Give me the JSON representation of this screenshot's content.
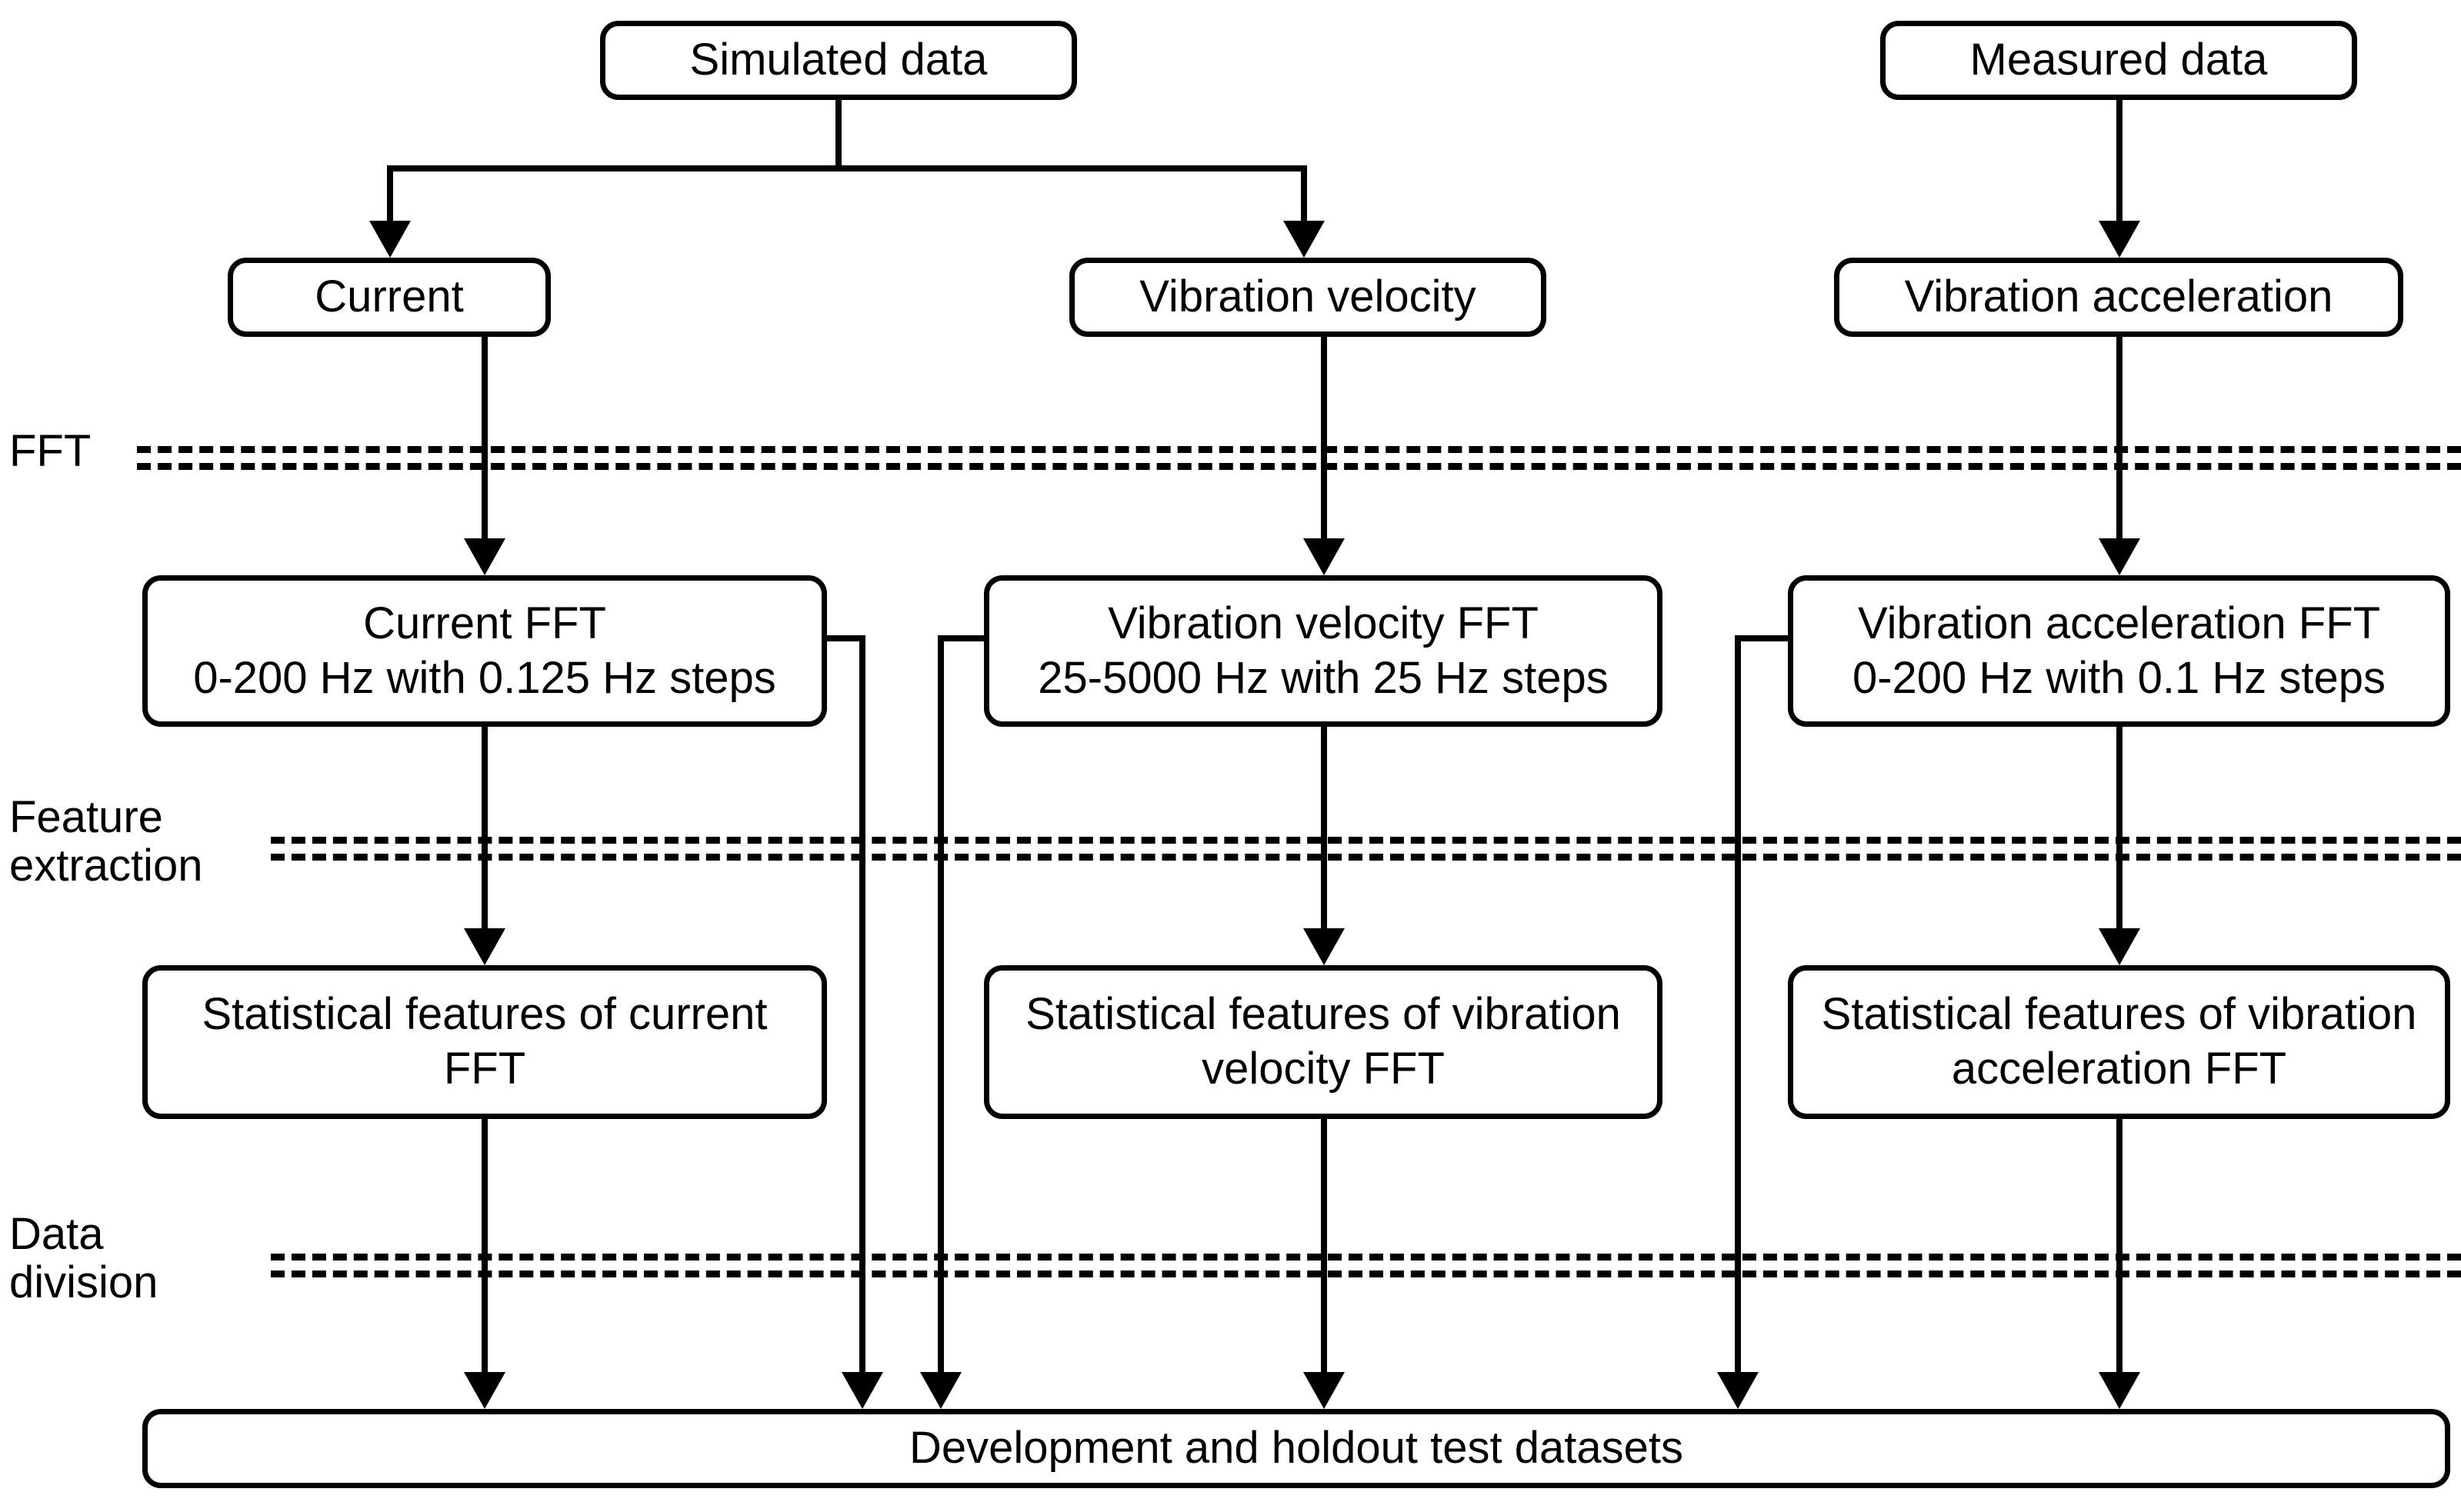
{
  "diagram": {
    "title": "Data processing pipeline flowchart",
    "line_color": "#000000",
    "background_color": "#ffffff",
    "stage_labels": [
      {
        "id": "fft",
        "text": "FFT"
      },
      {
        "id": "feature-extraction",
        "text": "Feature\nextraction"
      },
      {
        "id": "data-division",
        "text": "Data\ndivision"
      }
    ],
    "nodes": [
      {
        "id": "simulated-data",
        "label": "Simulated data"
      },
      {
        "id": "measured-data",
        "label": "Measured data"
      },
      {
        "id": "current",
        "label": "Current"
      },
      {
        "id": "vibration-velocity",
        "label": "Vibration velocity"
      },
      {
        "id": "vibration-acceleration",
        "label": "Vibration acceleration"
      },
      {
        "id": "current-fft",
        "label": "Current FFT\n0-200 Hz with 0.125 Hz steps"
      },
      {
        "id": "vibration-velocity-fft",
        "label": "Vibration velocity FFT\n25-5000 Hz with 25 Hz steps"
      },
      {
        "id": "vibration-acceleration-fft",
        "label": "Vibration acceleration FFT\n0-200 Hz with 0.1 Hz steps"
      },
      {
        "id": "stat-features-current",
        "label": "Statistical features of current\nFFT"
      },
      {
        "id": "stat-features-velocity",
        "label": "Statistical features of vibration\nvelocity FFT"
      },
      {
        "id": "stat-features-acceleration",
        "label": "Statistical features of vibration\nacceleration FFT"
      },
      {
        "id": "datasets",
        "label": "Development and holdout test datasets"
      }
    ]
  }
}
